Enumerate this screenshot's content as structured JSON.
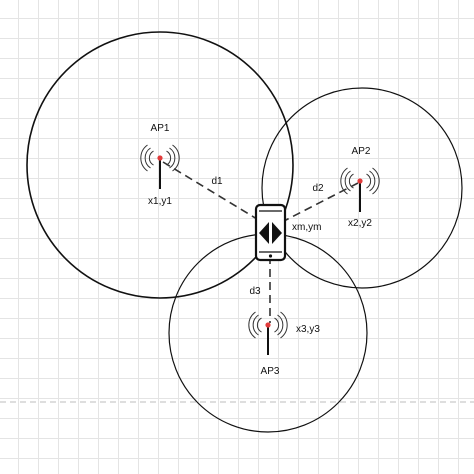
{
  "colors": {
    "grid": "#e4e4e4",
    "stroke": "#111111",
    "antenna_dot": "#e23b3b",
    "page_divider": "#bdbdbd"
  },
  "access_points": [
    {
      "name": "AP1",
      "coords": "x1,y1",
      "icon": "wifi-antenna-icon"
    },
    {
      "name": "AP2",
      "coords": "x2,y2",
      "icon": "wifi-antenna-icon"
    },
    {
      "name": "AP3",
      "coords": "x3,y3",
      "icon": "wifi-antenna-icon"
    }
  ],
  "distances": [
    "d1",
    "d2",
    "d3"
  ],
  "mobile": {
    "coords": "xm,ym",
    "icon": "smartphone-icon"
  }
}
